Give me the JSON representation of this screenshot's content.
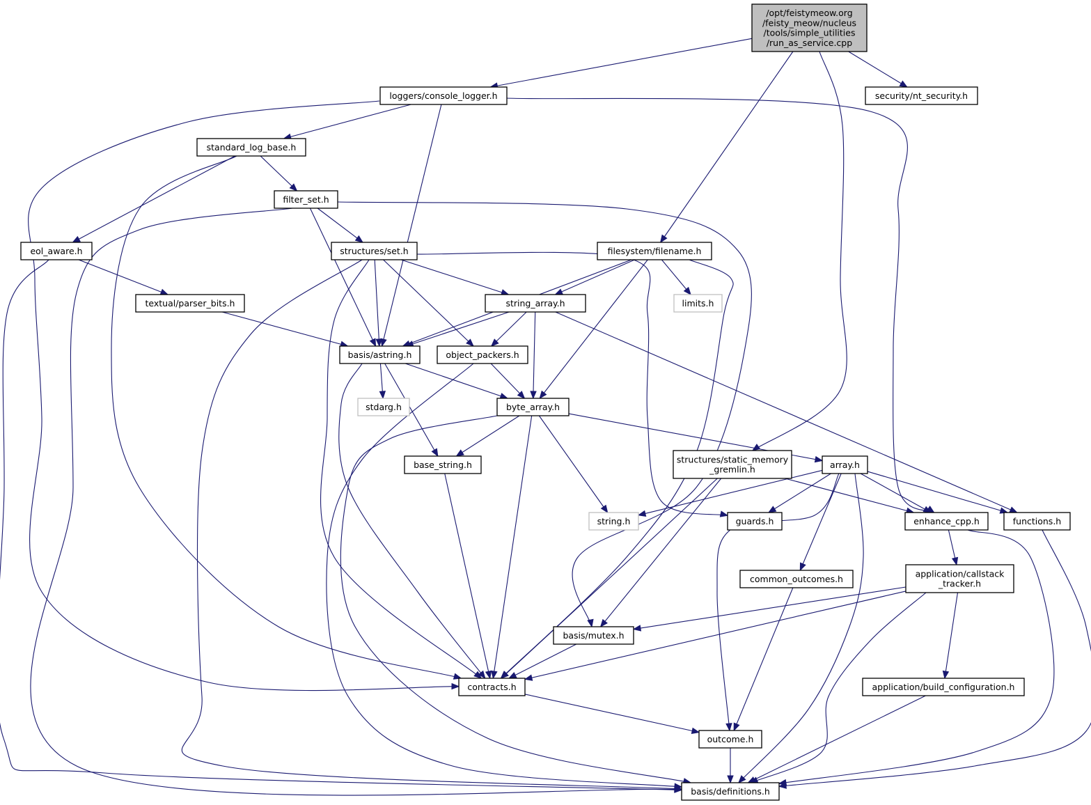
{
  "title": "Include dependency graph for run_as_service.cpp",
  "colors": {
    "edge": "#191970",
    "root_fill": "#bfbfbf",
    "node_border": "#000000",
    "external_border": "#bfbfbf"
  },
  "nodes": [
    {
      "id": "root",
      "kind": "root",
      "lines": [
        "/opt/feistymeow.org",
        "/feisty_meow/nucleus",
        "/tools/simple_utilities",
        "/run_as_service.cpp"
      ]
    },
    {
      "id": "console_logger",
      "kind": "normal",
      "lines": [
        "loggers/console_logger.h"
      ]
    },
    {
      "id": "nt_security",
      "kind": "normal",
      "lines": [
        "security/nt_security.h"
      ]
    },
    {
      "id": "standard_log_base",
      "kind": "normal",
      "lines": [
        "standard_log_base.h"
      ]
    },
    {
      "id": "filter_set",
      "kind": "normal",
      "lines": [
        "filter_set.h"
      ]
    },
    {
      "id": "eol_aware",
      "kind": "normal",
      "lines": [
        "eol_aware.h"
      ]
    },
    {
      "id": "structures_set",
      "kind": "normal",
      "lines": [
        "structures/set.h"
      ]
    },
    {
      "id": "filename",
      "kind": "normal",
      "lines": [
        "filesystem/filename.h"
      ]
    },
    {
      "id": "parser_bits",
      "kind": "normal",
      "lines": [
        "textual/parser_bits.h"
      ]
    },
    {
      "id": "string_array",
      "kind": "normal",
      "lines": [
        "string_array.h"
      ]
    },
    {
      "id": "limits",
      "kind": "external",
      "lines": [
        "limits.h"
      ]
    },
    {
      "id": "astring",
      "kind": "normal",
      "lines": [
        "basis/astring.h"
      ]
    },
    {
      "id": "object_packers",
      "kind": "normal",
      "lines": [
        "object_packers.h"
      ]
    },
    {
      "id": "stdarg",
      "kind": "external",
      "lines": [
        "stdarg.h"
      ]
    },
    {
      "id": "byte_array",
      "kind": "normal",
      "lines": [
        "byte_array.h"
      ]
    },
    {
      "id": "base_string",
      "kind": "normal",
      "lines": [
        "base_string.h"
      ]
    },
    {
      "id": "static_memory_gremlin",
      "kind": "normal",
      "lines": [
        "structures/static_memory",
        "_gremlin.h"
      ]
    },
    {
      "id": "array",
      "kind": "normal",
      "lines": [
        "array.h"
      ]
    },
    {
      "id": "string_h",
      "kind": "external",
      "lines": [
        "string.h"
      ]
    },
    {
      "id": "guards",
      "kind": "normal",
      "lines": [
        "guards.h"
      ]
    },
    {
      "id": "enhance_cpp",
      "kind": "normal",
      "lines": [
        "enhance_cpp.h"
      ]
    },
    {
      "id": "functions",
      "kind": "normal",
      "lines": [
        "functions.h"
      ]
    },
    {
      "id": "common_outcomes",
      "kind": "normal",
      "lines": [
        "common_outcomes.h"
      ]
    },
    {
      "id": "callstack_tracker",
      "kind": "normal",
      "lines": [
        "application/callstack",
        "_tracker.h"
      ]
    },
    {
      "id": "mutex",
      "kind": "normal",
      "lines": [
        "basis/mutex.h"
      ]
    },
    {
      "id": "contracts",
      "kind": "normal",
      "lines": [
        "contracts.h"
      ]
    },
    {
      "id": "build_configuration",
      "kind": "normal",
      "lines": [
        "application/build_configuration.h"
      ]
    },
    {
      "id": "outcome",
      "kind": "normal",
      "lines": [
        "outcome.h"
      ]
    },
    {
      "id": "definitions",
      "kind": "normal",
      "lines": [
        "basis/definitions.h"
      ]
    }
  ],
  "edges": [
    [
      "root",
      "console_logger"
    ],
    [
      "root",
      "filename"
    ],
    [
      "root",
      "static_memory_gremlin"
    ],
    [
      "root",
      "nt_security"
    ],
    [
      "console_logger",
      "standard_log_base"
    ],
    [
      "console_logger",
      "astring"
    ],
    [
      "console_logger",
      "enhance_cpp"
    ],
    [
      "console_logger",
      "contracts"
    ],
    [
      "standard_log_base",
      "filter_set"
    ],
    [
      "standard_log_base",
      "eol_aware"
    ],
    [
      "standard_log_base",
      "contracts"
    ],
    [
      "filter_set",
      "structures_set"
    ],
    [
      "filter_set",
      "astring"
    ],
    [
      "filter_set",
      "mutex"
    ],
    [
      "filter_set",
      "definitions"
    ],
    [
      "eol_aware",
      "parser_bits"
    ],
    [
      "eol_aware",
      "definitions"
    ],
    [
      "parser_bits",
      "astring"
    ],
    [
      "structures_set",
      "string_array"
    ],
    [
      "structures_set",
      "astring"
    ],
    [
      "structures_set",
      "object_packers"
    ],
    [
      "structures_set",
      "guards"
    ],
    [
      "structures_set",
      "contracts"
    ],
    [
      "structures_set",
      "definitions"
    ],
    [
      "filename",
      "string_array"
    ],
    [
      "filename",
      "astring"
    ],
    [
      "filename",
      "byte_array"
    ],
    [
      "filename",
      "limits"
    ],
    [
      "filename",
      "contracts"
    ],
    [
      "string_array",
      "astring"
    ],
    [
      "string_array",
      "object_packers"
    ],
    [
      "string_array",
      "byte_array"
    ],
    [
      "string_array",
      "functions"
    ],
    [
      "astring",
      "stdarg"
    ],
    [
      "astring",
      "byte_array"
    ],
    [
      "astring",
      "base_string"
    ],
    [
      "astring",
      "contracts"
    ],
    [
      "object_packers",
      "byte_array"
    ],
    [
      "object_packers",
      "definitions"
    ],
    [
      "byte_array",
      "base_string"
    ],
    [
      "byte_array",
      "array"
    ],
    [
      "byte_array",
      "string_h"
    ],
    [
      "byte_array",
      "contracts"
    ],
    [
      "byte_array",
      "definitions"
    ],
    [
      "base_string",
      "contracts"
    ],
    [
      "static_memory_gremlin",
      "enhance_cpp"
    ],
    [
      "static_memory_gremlin",
      "mutex"
    ],
    [
      "static_memory_gremlin",
      "contracts"
    ],
    [
      "array",
      "string_h"
    ],
    [
      "array",
      "guards"
    ],
    [
      "array",
      "enhance_cpp"
    ],
    [
      "array",
      "functions"
    ],
    [
      "array",
      "common_outcomes"
    ],
    [
      "array",
      "outcome"
    ],
    [
      "array",
      "definitions"
    ],
    [
      "enhance_cpp",
      "callstack_tracker"
    ],
    [
      "enhance_cpp",
      "definitions"
    ],
    [
      "functions",
      "definitions"
    ],
    [
      "common_outcomes",
      "outcome"
    ],
    [
      "callstack_tracker",
      "mutex"
    ],
    [
      "callstack_tracker",
      "contracts"
    ],
    [
      "callstack_tracker",
      "build_configuration"
    ],
    [
      "callstack_tracker",
      "definitions"
    ],
    [
      "mutex",
      "contracts"
    ],
    [
      "contracts",
      "outcome"
    ],
    [
      "build_configuration",
      "definitions"
    ],
    [
      "outcome",
      "definitions"
    ]
  ]
}
